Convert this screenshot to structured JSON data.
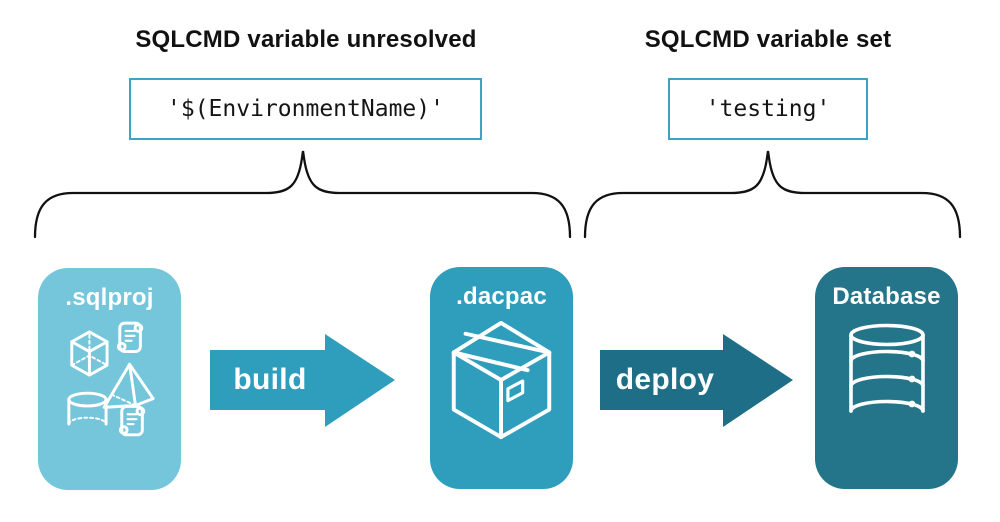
{
  "colors": {
    "light_blue": "#75C6DB",
    "teal": "#2E9EBC",
    "dark_teal": "#1F6E87",
    "database_teal": "#24758A",
    "box_border": "#3EA2C2",
    "ink": "#111111",
    "bg": "#FFFFFF"
  },
  "annotations": {
    "unresolved": {
      "title": "SQLCMD variable unresolved",
      "value": "'$(EnvironmentName)'"
    },
    "set": {
      "title": "SQLCMD variable set",
      "value": "'testing'"
    }
  },
  "pipeline": {
    "nodes": [
      {
        "label": ".sqlproj",
        "icon": "sql-objects-icon"
      },
      {
        "label": ".dacpac",
        "icon": "package-icon"
      },
      {
        "label": "Database",
        "icon": "database-icon"
      }
    ],
    "arrows": [
      {
        "label": "build"
      },
      {
        "label": "deploy"
      }
    ]
  }
}
